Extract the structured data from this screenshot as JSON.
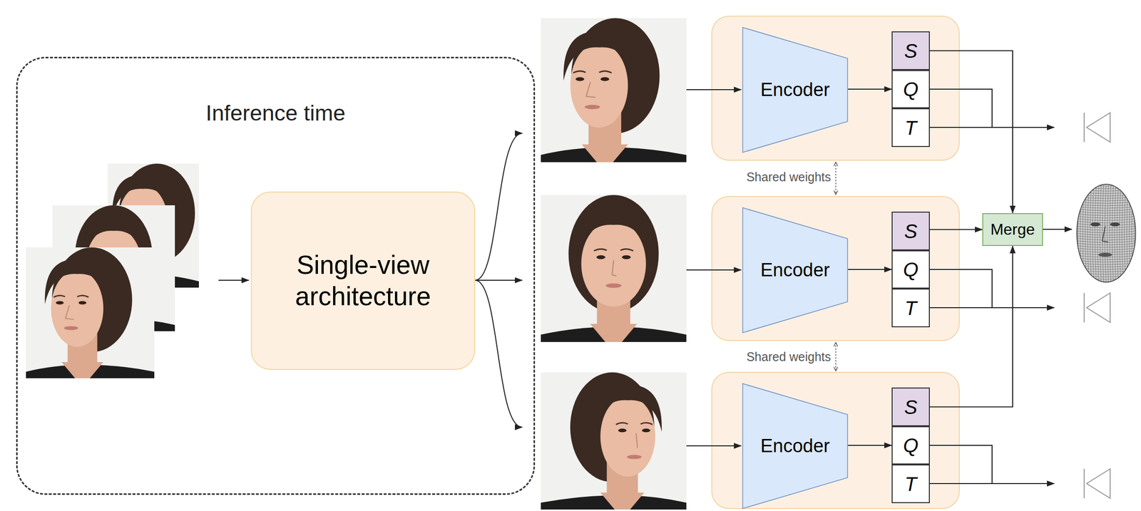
{
  "diagram": {
    "nodes": [
      {
        "text": [
          "Inference time"
        ]
      },
      {
        "text": [
          "Single-view architecture"
        ],
        "in": 0
      },
      {
        "text": [
          "Encoder"
        ]
      },
      {
        "text": [
          "S"
        ]
      },
      {
        "text": [
          "Q"
        ]
      },
      {
        "text": [
          "T"
        ]
      },
      {
        "text": [
          "Encoder"
        ]
      },
      {
        "text": [
          "S"
        ]
      },
      {
        "text": [
          "Q"
        ]
      },
      {
        "text": [
          "T"
        ]
      },
      {
        "text": [
          "Encoder"
        ]
      },
      {
        "text": [
          "S"
        ]
      },
      {
        "text": [
          "Q"
        ]
      },
      {
        "text": [
          "T"
        ]
      },
      {
        "text": [
          "Merge"
        ]
      }
    ],
    "edges": [
      {
        "from": 2,
        "to": 4,
        "arrow": "to"
      },
      {
        "from": 6,
        "to": 8,
        "arrow": "to"
      },
      {
        "from": 10,
        "to": 12,
        "arrow": "to"
      },
      {
        "from": 3,
        "to": 14,
        "arrow": "to"
      },
      {
        "from": 7,
        "to": 14,
        "arrow": "to"
      },
      {
        "from": 11,
        "to": 14,
        "arrow": "to"
      }
    ],
    "labels": [
      "Shared weights",
      "Shared weights"
    ]
  }
}
